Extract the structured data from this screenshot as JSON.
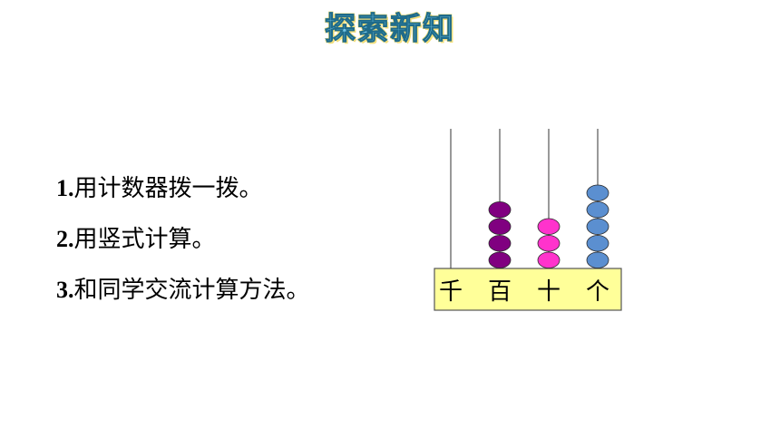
{
  "title": "探索新知",
  "steps": [
    {
      "num": "1.",
      "text": "用计数器拨一拨。"
    },
    {
      "num": "2.",
      "text": "用竖式计算。"
    },
    {
      "num": "3.",
      "text": "和同学交流计算方法。"
    }
  ],
  "abacus": {
    "rods": [
      {
        "label": "千",
        "beads": 0,
        "color": "#800080"
      },
      {
        "label": "百",
        "beads": 4,
        "color": "#800080"
      },
      {
        "label": "十",
        "beads": 3,
        "color": "#ff33cc"
      },
      {
        "label": "个",
        "beads": 5,
        "color": "#5b8fd0"
      }
    ],
    "base_color": "#ffff99"
  }
}
